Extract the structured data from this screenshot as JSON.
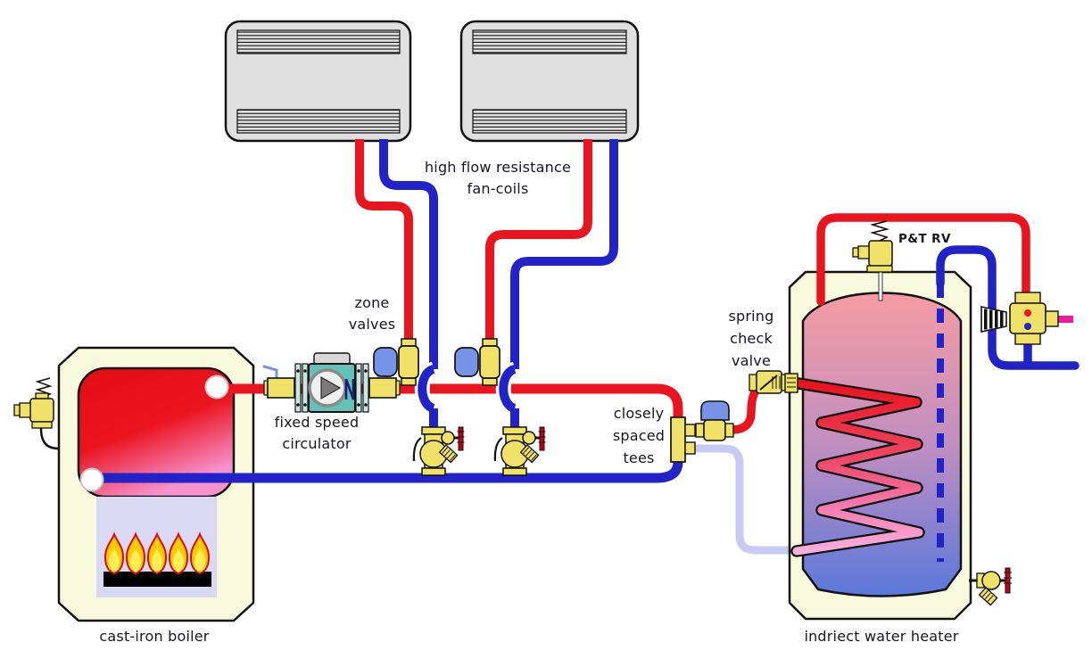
{
  "labels": {
    "fan_coils": [
      "high flow resistance",
      "fan-coils"
    ],
    "zone_valves": [
      "zone",
      "valves"
    ],
    "circulator": [
      "fixed speed",
      "circulator"
    ],
    "tees": [
      "closely",
      "spaced",
      "tees"
    ],
    "check_valve": [
      "spring",
      "check",
      "valve"
    ],
    "pt_rv": "P&T RV",
    "boiler": "cast-iron boiler",
    "water_heater": "indriect water heater"
  },
  "colors": {
    "supply": "#e9141d",
    "return": "#2123c8",
    "coil_return": "#c9caf1",
    "mixed": "#ec1c9c",
    "brass": "#f0e169",
    "actuator": "#7693e8",
    "pump": "#63c1b7",
    "flange": "#c6e8e0",
    "jacket": "#f8fade",
    "chamber": "#d9d9f4",
    "fan_coil": "#e0e0e0",
    "burner": "#000000",
    "flame_outer": "#e30613",
    "flame_fill": "#ffcc00",
    "flame_inner": "#ffee55",
    "tank_top": "#f59ca2",
    "tank_mid": "#c08fc0",
    "tank_bottom": "#5a78da",
    "boiler_hot": "#e20e12",
    "boiler_pink": "#f792ce",
    "red_handle": "#c00016",
    "label": "#17171f"
  }
}
